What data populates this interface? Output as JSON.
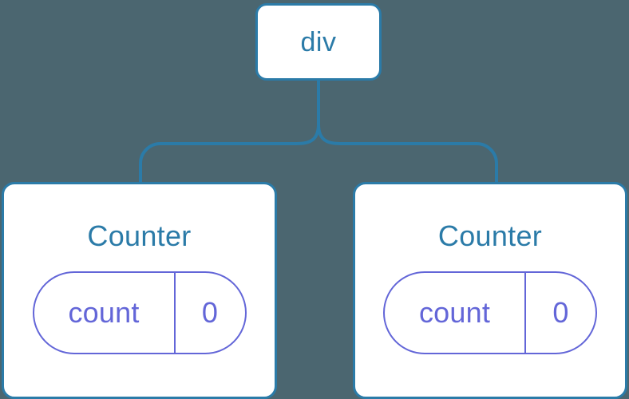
{
  "diagram": {
    "type": "component-tree",
    "background_color": "#4b6670",
    "node_border_color": "#2b7ba8",
    "node_fill_color": "#ffffff",
    "node_label_color": "#2b7ba8",
    "state_accent_color": "#6366d8",
    "connector_color": "#2b7ba8"
  },
  "root": {
    "label": "div"
  },
  "children": [
    {
      "label": "Counter",
      "state": {
        "key": "count",
        "value": "0"
      }
    },
    {
      "label": "Counter",
      "state": {
        "key": "count",
        "value": "0"
      }
    }
  ]
}
